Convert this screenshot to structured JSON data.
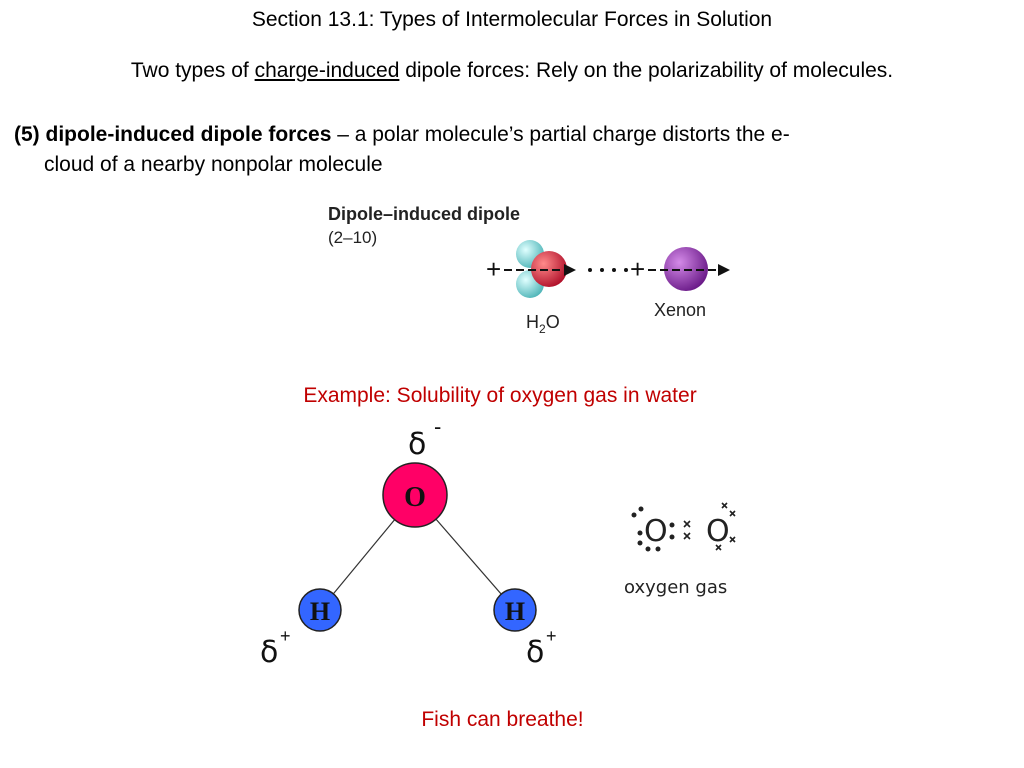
{
  "title": "Section 13.1: Types of Intermolecular Forces in Solution",
  "subtitle": {
    "before": "Two types of ",
    "underlined": "charge-induced",
    "after": " dipole forces:  Rely on the polarizability of molecules."
  },
  "point": {
    "number": "(5)",
    "term": "dipole-induced dipole forces",
    "definition_line1": "  – a polar molecule’s partial charge distorts the e-",
    "definition_line2": "cloud of a nearby nonpolar molecule"
  },
  "figure1": {
    "heading": "Dipole–induced dipole",
    "subheading": "(2–10)",
    "plus": "+",
    "water_label_main": "H",
    "water_label_sub": "2",
    "water_label_end": "O",
    "xenon_label": "Xenon"
  },
  "example": "Example: Solubility of oxygen gas in water",
  "water_diagram": {
    "oxygen": "O",
    "hydrogen_left": "H",
    "hydrogen_right": "H",
    "delta": "δ",
    "minus": "-",
    "plus": "+"
  },
  "oxygen_gas": {
    "atom1": "O",
    "atom2": "O",
    "label": "oxygen gas"
  },
  "fish": "Fish can breathe!",
  "colors": {
    "red_text": "#c00000",
    "oxygen_atom": "#ff0066",
    "hydrogen_atom": "#3366ff",
    "water_red": "#d0213c",
    "water_cyan": "#7fd5d5",
    "xenon": "#8a2ea8"
  }
}
